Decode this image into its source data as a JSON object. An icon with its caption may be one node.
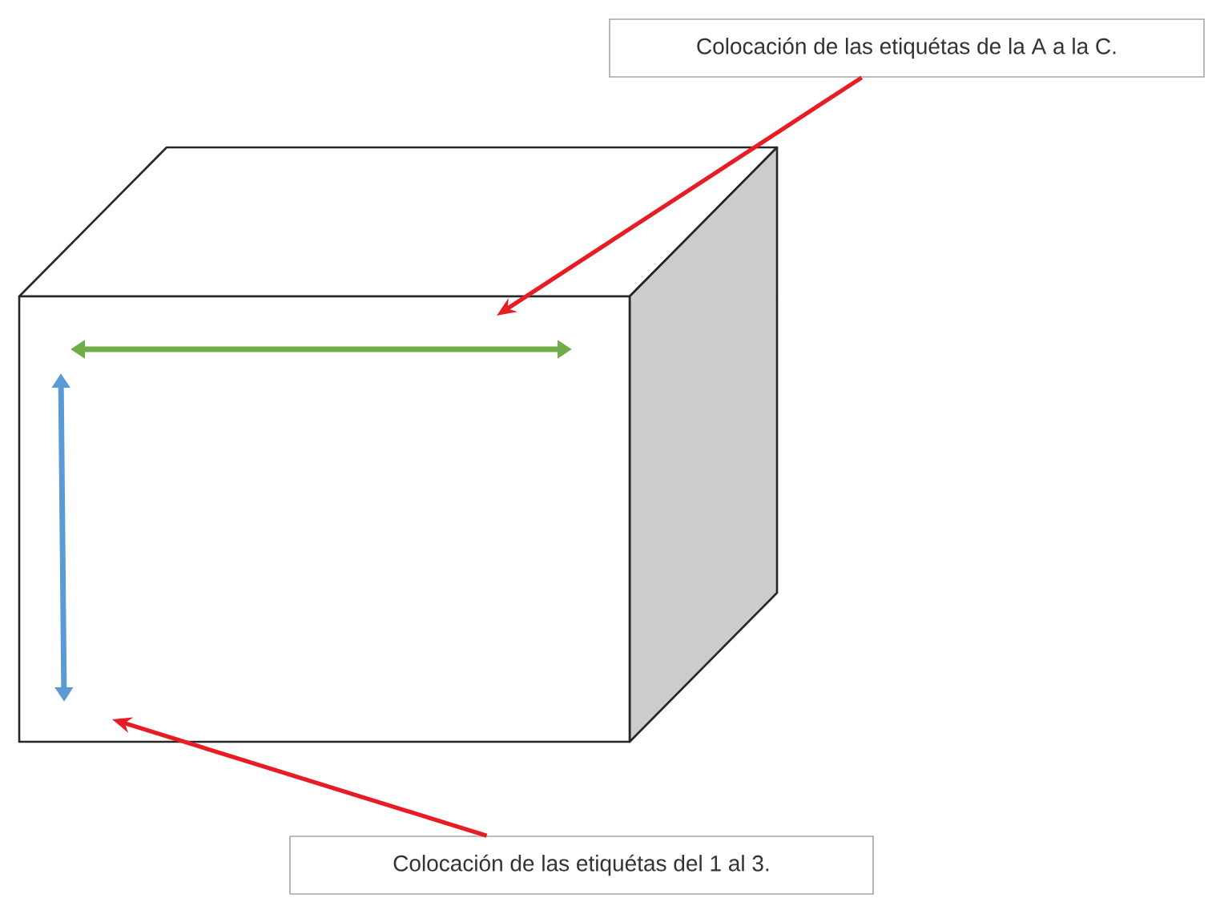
{
  "diagram": {
    "nodes": [
      {
        "text": [
          "Colocación de las etiquétas de la A a la C."
        ]
      },
      {
        "text": [
          "Colocación de las etiquétas del 1 al 3."
        ]
      }
    ],
    "edges": [
      {
        "from": 0,
        "to": null,
        "arrow": "to"
      },
      {
        "from": 1,
        "to": null,
        "arrow": "to"
      }
    ]
  }
}
